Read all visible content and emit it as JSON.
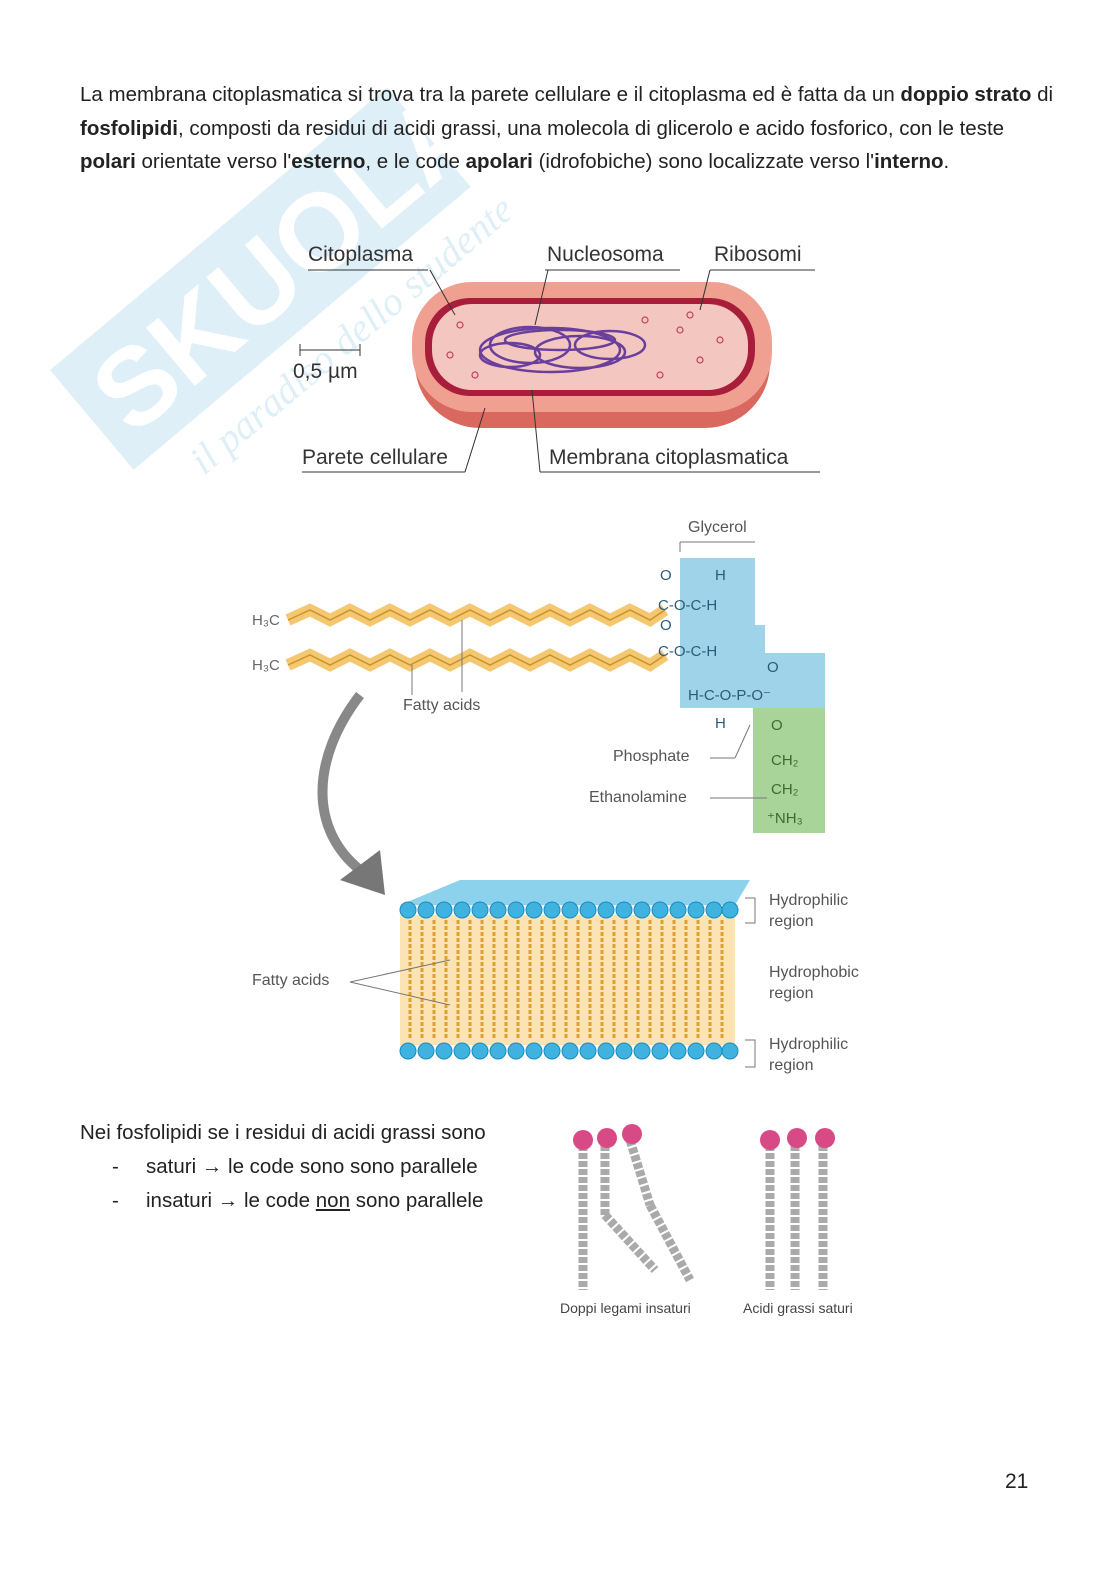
{
  "paragraph": {
    "p1": "La membrana citoplasmatica si trova tra la parete cellulare e il citoplasma ed è fatta da un ",
    "b1": "doppio strato",
    "p2": " di ",
    "b2": "fosfolipidi",
    "p3": ", composti da residui di acidi grassi, una molecola di glicerolo e acido fosforico, con le teste ",
    "b3": "polari",
    "p4": " orientate verso l'",
    "b4": "esterno",
    "p5": ", e le code ",
    "b5": "apolari",
    "p6": " (idrofobiche) sono localizzate verso l'",
    "b6": "interno",
    "p7": "."
  },
  "cell_figure": {
    "citoplasma": "Citoplasma",
    "nucleosoma": "Nucleosoma",
    "ribosomi": "Ribosomi",
    "scale": "0,5 µm",
    "parete": "Parete cellulare",
    "membrana": "Membrana citoplasmatica"
  },
  "phospholipid_figure": {
    "glycerol": "Glycerol",
    "fatty_acids": "Fatty acids",
    "phosphate": "Phosphate",
    "ethanolamine": "Ethanolamine",
    "h3c": "H3C"
  },
  "bilayer_figure": {
    "fatty_acids": "Fatty acids",
    "hydrophilic_top": "Hydrophilic region",
    "hydrophobic": "Hydrophobic region",
    "hydrophilic_bottom": "Hydrophilic region"
  },
  "list": {
    "intro": "Nei fosfolipidi se i residui di acidi grassi sono",
    "dash": "-",
    "item1": "saturi → le code sono sono parallele",
    "item2_a": "insaturi → le code ",
    "item2_u": "non",
    "item2_b": " sono parallele"
  },
  "tails_figure": {
    "unsaturated": "Doppi legami insaturi",
    "saturated": "Acidi grassi saturi"
  },
  "page_number": "21",
  "watermark": "Skuola.net il paradiso dello studente"
}
